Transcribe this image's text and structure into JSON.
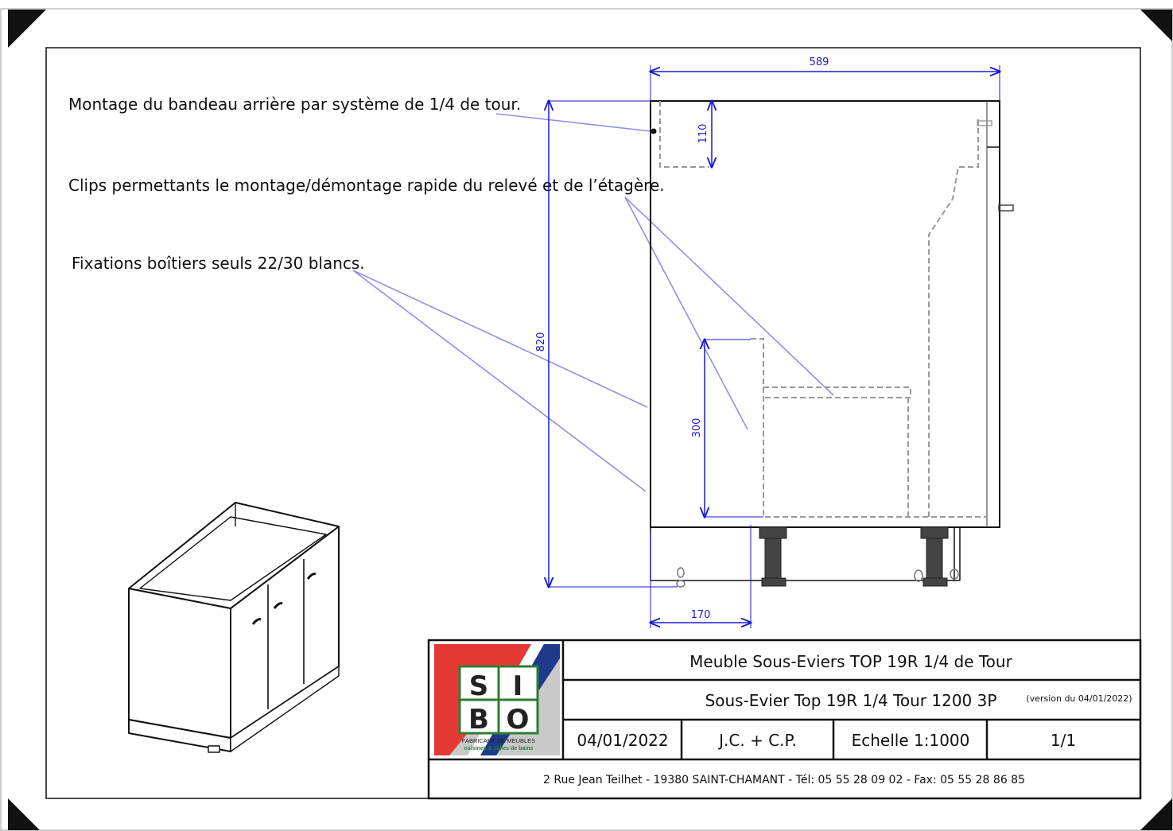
{
  "notes": [
    "Montage du bandeau arrière par système de 1/4 de tour.",
    "Clips permettants le montage/démontage rapide du relevé et de l’étagère.",
    "Fixations boîtiers seuls 22/30 blancs."
  ],
  "dimensions": {
    "width": "589",
    "height": "820",
    "top_panel": "110",
    "shelf": "300",
    "foot_offset": "170"
  },
  "title_block": {
    "title": "Meuble Sous-Eviers TOP 19R 1/4 de Tour",
    "subtitle": "Sous-Evier Top 19R 1/4 Tour 1200 3P",
    "version": "(version du 04/01/2022)",
    "date": "04/01/2022",
    "authors": "J.C. + C.P.",
    "scale": "Echelle 1:1000",
    "sheet": "1/1",
    "address": "2 Rue Jean Teilhet - 19380 SAINT-CHAMANT - Tél: 05 55 28 09 02 - Fax: 05 55 28 86 85"
  },
  "logo": {
    "letters": [
      "S",
      "I",
      "B",
      "O"
    ],
    "line1": "FABRICANT DE MEUBLES",
    "line2": "cuisines & salles de bains"
  },
  "colors": {
    "dimension": "#1a1ad6",
    "leader": "#8f8fe6",
    "logo_red": "#e53935",
    "logo_blue": "#1e3a8a",
    "logo_green": "#2e7d32",
    "logo_gray": "#c9c9c9"
  }
}
